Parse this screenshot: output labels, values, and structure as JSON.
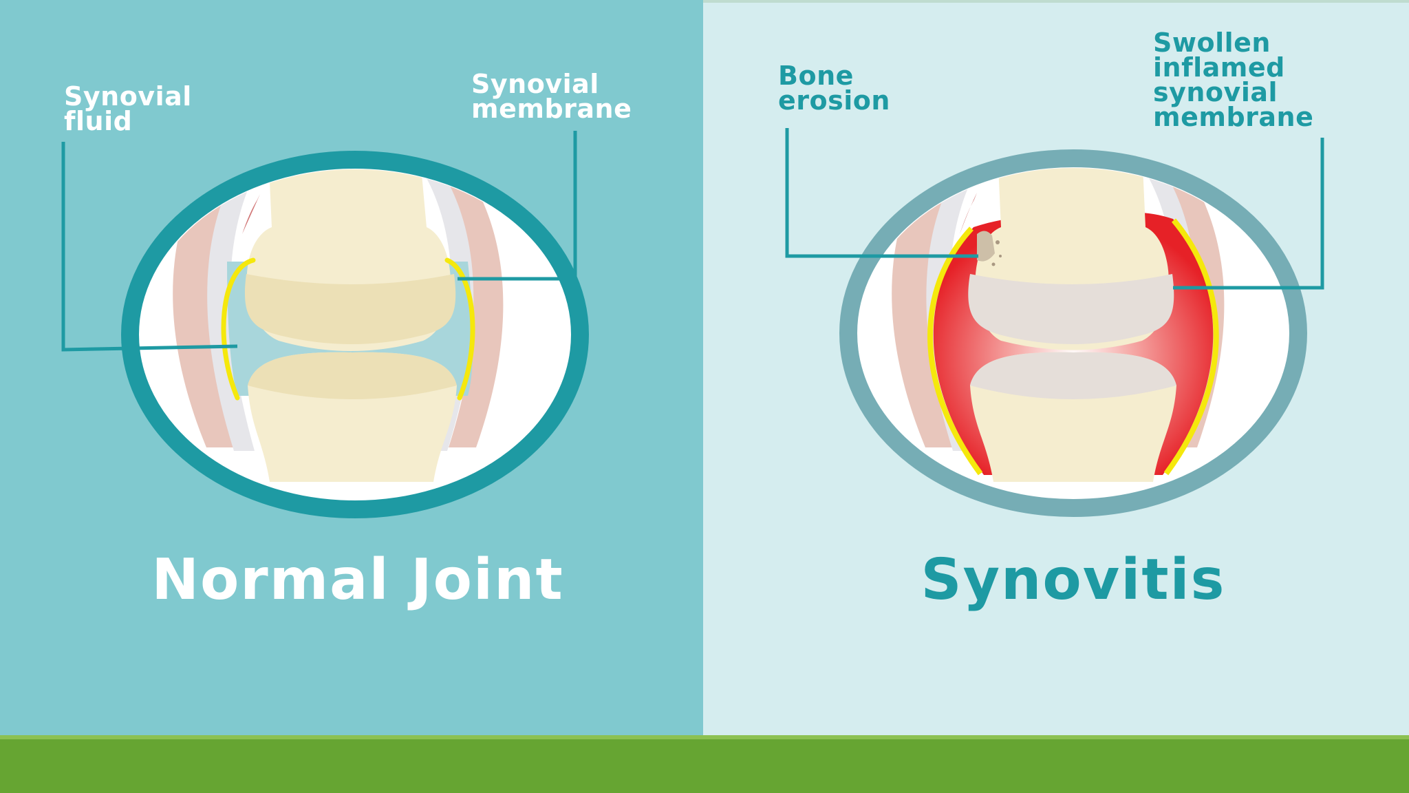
{
  "left_panel": {
    "callout_fluid": "Synovial\nfluid",
    "callout_membrane": "Synovial\nmembrane",
    "title": "Normal Joint"
  },
  "right_panel": {
    "callout_erosion": "Bone\nerosion",
    "callout_swollen": "Swollen\ninflamed\nsynovial\nmembrane",
    "title": "Synovitis"
  },
  "colors": {
    "left_background": "#80c9cf",
    "right_background": "#d5edef",
    "footer_green": "#66a532",
    "ring_normal": "#1e9aa3",
    "ring_synovitis": "#76adb5",
    "bone": "#f5edcf",
    "cartilage": "#ece0b6",
    "synovial_fluid": "#a8d6db",
    "membrane_yellow": "#f5e80c",
    "inflamed_red": "#e8272b",
    "leader_line": "#1e9aa3"
  }
}
